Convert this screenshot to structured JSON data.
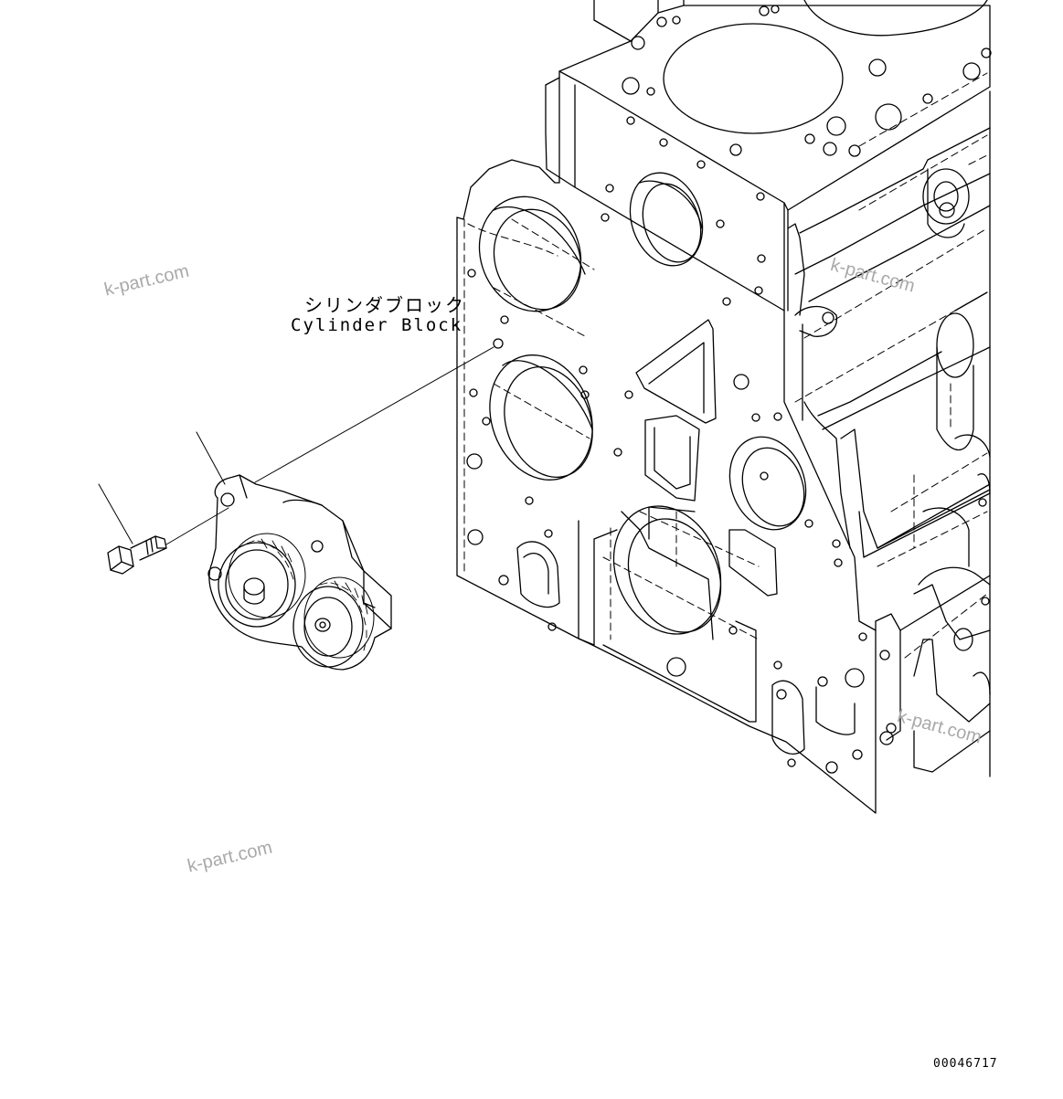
{
  "callout": {
    "name_jp": "シリンダブロック",
    "name_en": "Cylinder Block"
  },
  "watermarks": [
    "k-part.com",
    "k-part.com",
    "k-part.com",
    "k-part.com"
  ],
  "drawing_code": "00046717",
  "line_color": "#000000",
  "watermark_color": "#a9a9a9"
}
